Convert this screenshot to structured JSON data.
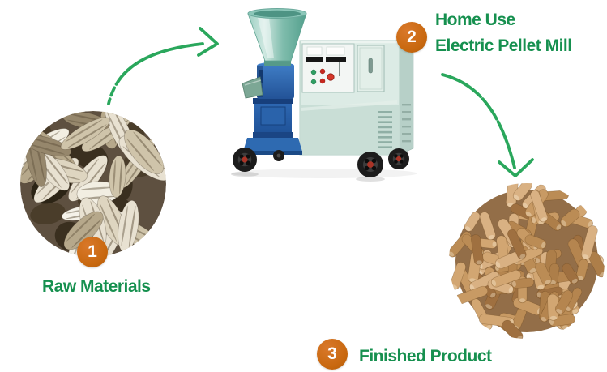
{
  "figure": {
    "background": "#ffffff",
    "steps": [
      {
        "number": "1",
        "label": "Raw Materials"
      },
      {
        "number": "2",
        "label_lines": [
          "Home Use",
          "Electric Pellet Mill"
        ]
      },
      {
        "number": "3",
        "label": "Finished Product"
      }
    ],
    "colors": {
      "label_green": "#16904f",
      "arrow_green": "#2aa75c",
      "badge_orange": "#c8680f",
      "machine_blue": "#2a63ab",
      "hopper_teal": "#79bcac",
      "cabinet_mint": "#dcebe5",
      "pellet_tan": "#bd9160",
      "husk_ivory": "#e8e1d1"
    }
  }
}
